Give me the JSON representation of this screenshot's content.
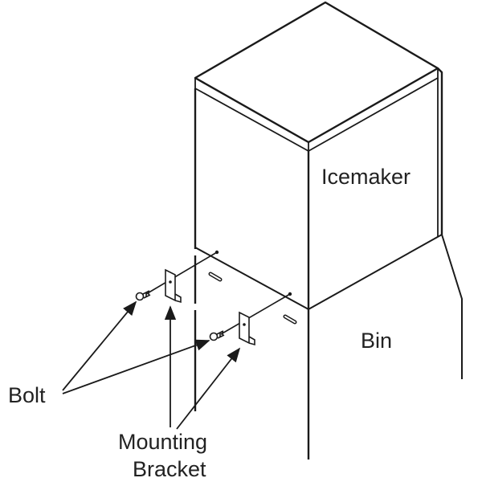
{
  "labels": {
    "icemaker": "Icemaker",
    "bin": "Bin",
    "bolt": "Bolt",
    "mounting_bracket_line1": "Mounting",
    "mounting_bracket_line2": "Bracket"
  },
  "colors": {
    "line": "#1a1a1a",
    "background": "#ffffff"
  }
}
